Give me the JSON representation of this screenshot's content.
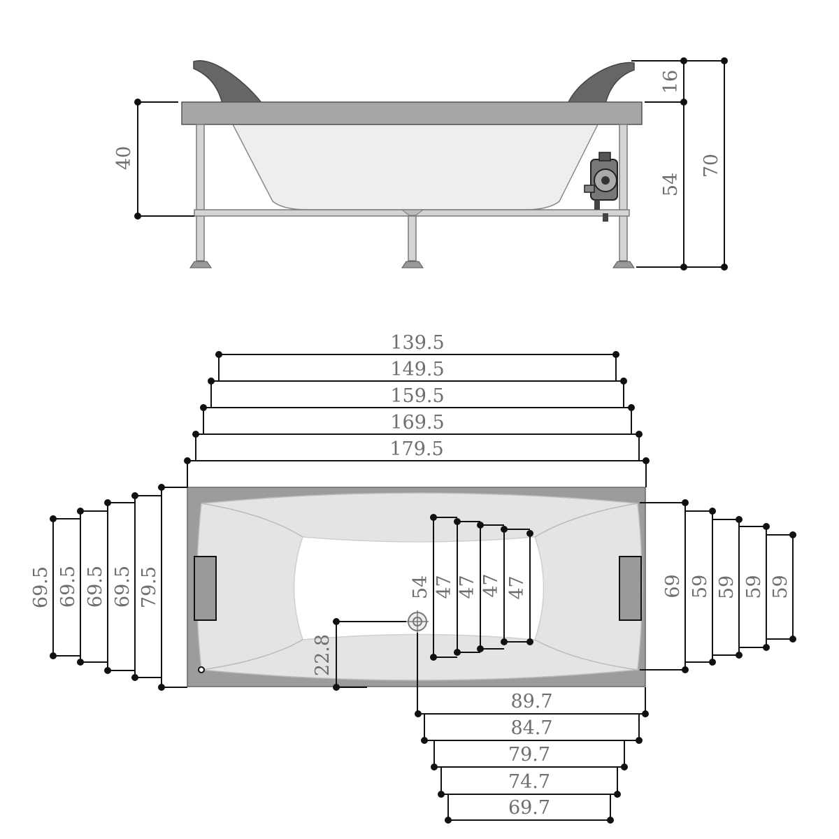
{
  "side_view": {
    "rim_height": "16",
    "frame_height": "54",
    "total_height": "70",
    "basin_depth": "40"
  },
  "top_view": {
    "length_options": [
      "139.5",
      "149.5",
      "159.5",
      "169.5",
      "179.5"
    ],
    "left_widths": [
      "69.5",
      "69.5",
      "69.5",
      "69.5",
      "79.5"
    ],
    "right_widths": [
      "69",
      "59",
      "59",
      "59",
      "59"
    ],
    "inner_widths": [
      "54",
      "47",
      "47",
      "47",
      "47"
    ],
    "drain_offset": "22.8",
    "drain_distances": [
      "89.7",
      "84.7",
      "79.7",
      "74.7",
      "69.7"
    ]
  },
  "colors": {
    "ink": "#111111",
    "label": "#6e6e6e",
    "rim_fill": "#a6a6a6",
    "handle_fill": "#666666",
    "basin_fill": "#eeeeee",
    "frame_fill": "#d4d4d4"
  }
}
